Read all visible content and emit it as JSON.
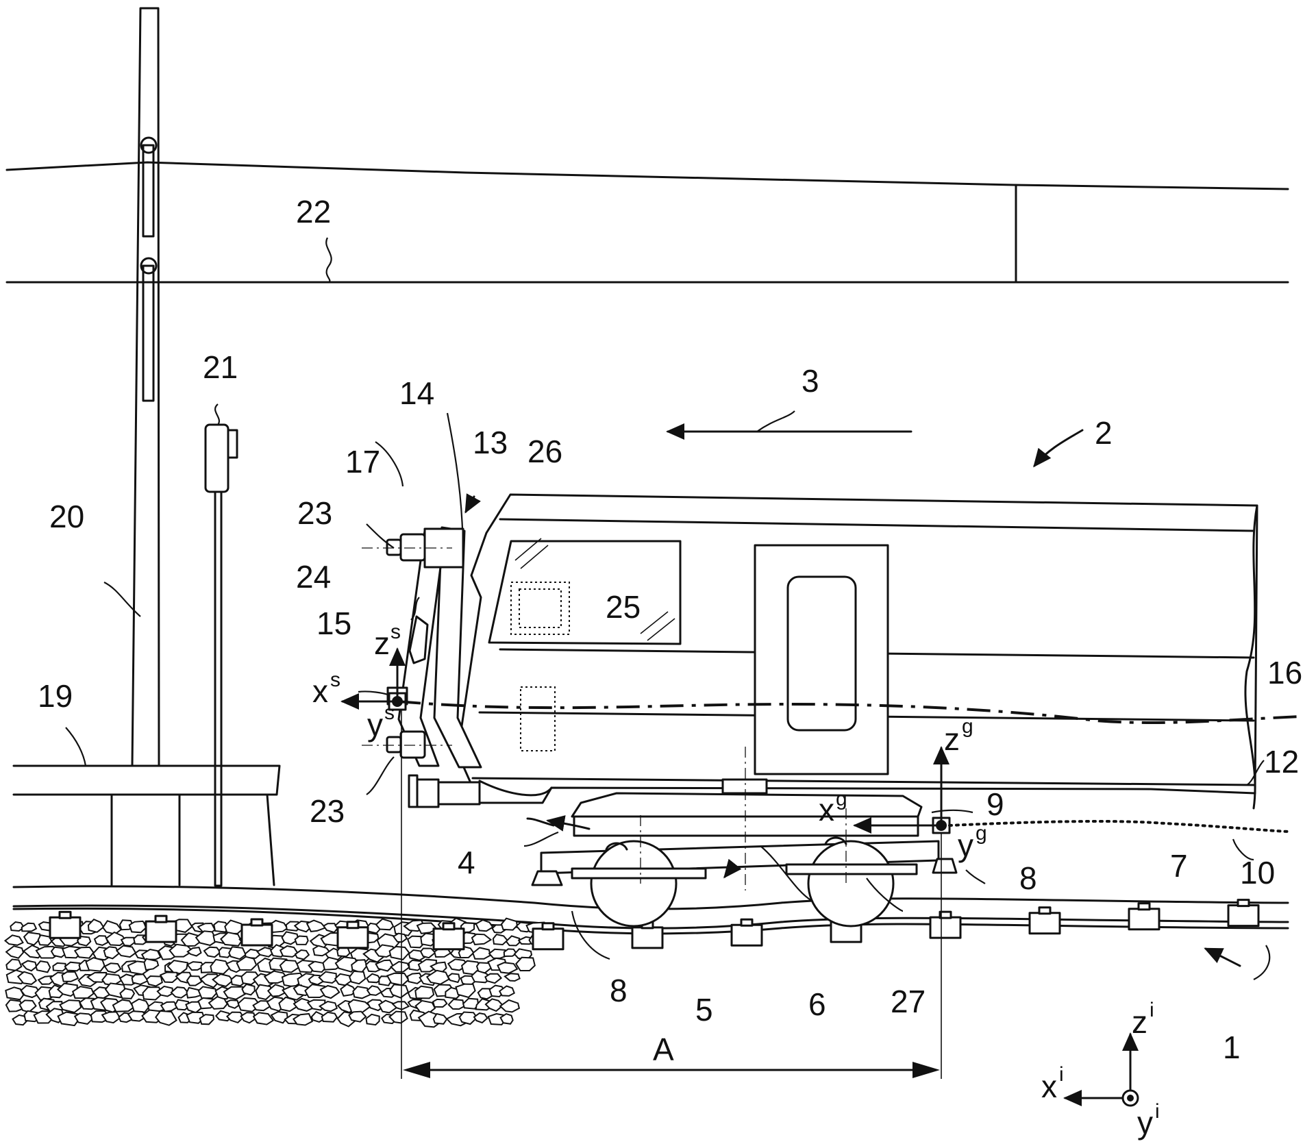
{
  "labels": {
    "l1": "1",
    "l2": "2",
    "l3": "3",
    "l4": "4",
    "l5": "5",
    "l6": "6",
    "l7": "7",
    "l8a": "8",
    "l8b": "8",
    "l9": "9",
    "l10": "10",
    "l12": "12",
    "l13": "13",
    "l14": "14",
    "l15": "15",
    "l16": "16",
    "l17": "17",
    "l19": "19",
    "l20": "20",
    "l21": "21",
    "l22": "22",
    "l23a": "23",
    "l23b": "23",
    "l24": "24",
    "l25": "25",
    "l26": "26",
    "l27": "27",
    "lA": "A"
  },
  "axes": {
    "sensor": {
      "x": "x",
      "z": "z",
      "y": "y",
      "sup": "s"
    },
    "bogie": {
      "x": "x",
      "z": "z",
      "y": "y",
      "sup": "g"
    },
    "inertial": {
      "x": "x",
      "z": "z",
      "y": "y",
      "sup": "i"
    }
  }
}
